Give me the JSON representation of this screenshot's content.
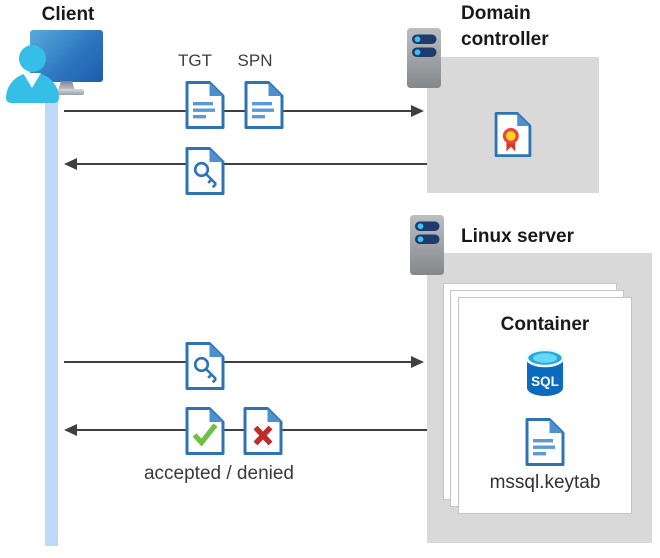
{
  "nodes": {
    "client": {
      "label": "Client"
    },
    "domain_controller": {
      "label": "Domain controller"
    },
    "linux_server": {
      "label": "Linux server"
    },
    "container": {
      "title": "Container",
      "database_label": "SQL",
      "keytab_file": "mssql.keytab"
    }
  },
  "messages": {
    "tgt": "TGT",
    "spn": "SPN",
    "result": "accepted / denied"
  },
  "icons": {
    "client_user": "user-icon",
    "client_monitor": "monitor-icon",
    "domain_controller_server": "server-icon",
    "linux_server_server": "server-icon",
    "tgt_document": "document-icon",
    "spn_document": "document-icon",
    "service_ticket": "key-document-icon",
    "certificate": "certificate-icon",
    "accepted": "check-document-icon",
    "denied": "x-document-icon",
    "sql_database": "sql-database-icon",
    "keytab_document": "document-icon"
  },
  "colors": {
    "doc_border_blue": "#2e74b5",
    "doc_fold_blue": "#4e8fce",
    "lifeline_blue": "#bdd9f6",
    "box_gray": "#d9d9d9",
    "arrow_gray": "#404040",
    "check_green": "#72bf44",
    "cross_red": "#c02b2b",
    "sql_blue": "#0d6bbd",
    "person_cyan": "#35bfe6"
  }
}
